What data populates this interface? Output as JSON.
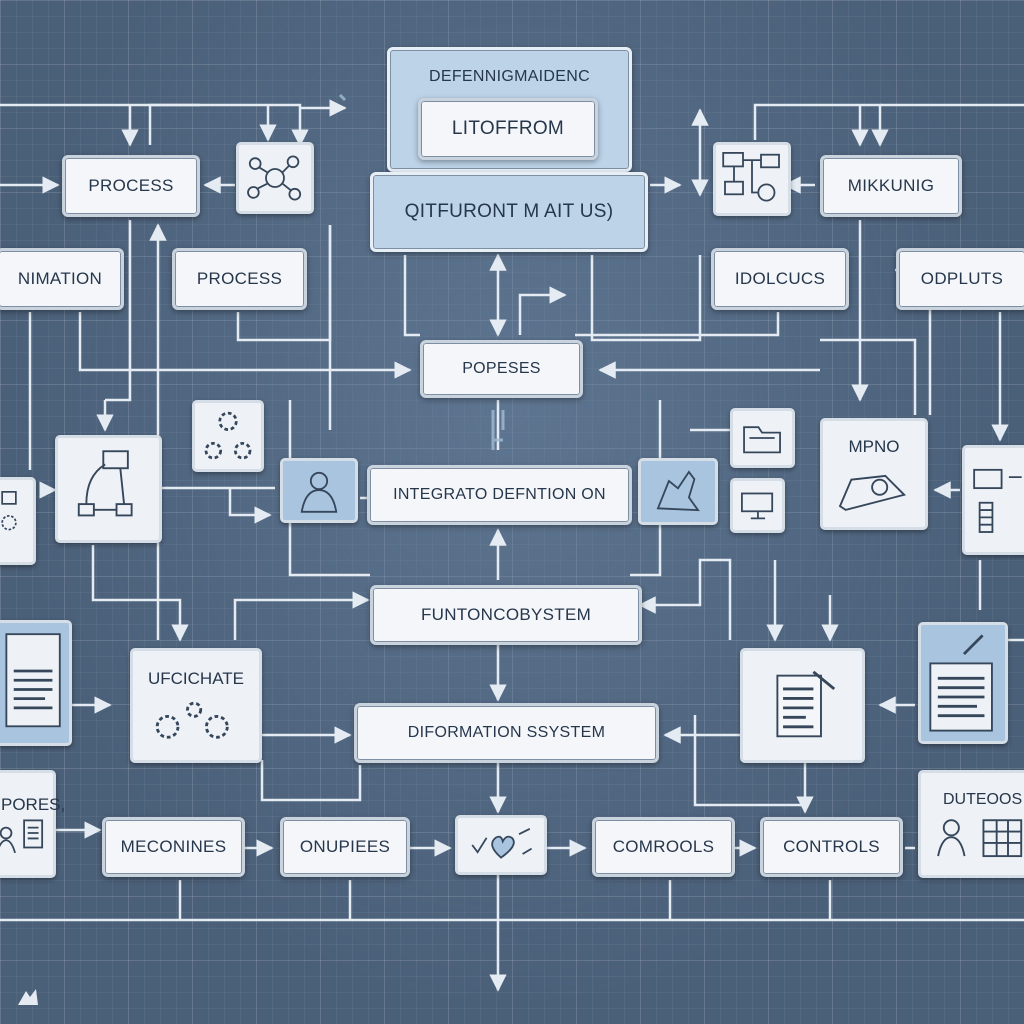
{
  "boxes": {
    "top_title": "DEFENNIGMAIDENC",
    "top_inner": "LITOFFROM",
    "top_sub": "QITFURONT M AIT US)",
    "process_1": "PROCESS",
    "process_2": "PROCESS",
    "nimation": "NIMATION",
    "popeses": "POPESES",
    "integrato": "INTEGRATO DEFNTION ON",
    "funtonco": "FUNTONCOBYSTEM",
    "diformation": "DIFORMATION SSYSTEM",
    "mikkunig": "MIKKUNIG",
    "idolcucs": "IDOLCUCS",
    "odplutls": "ODPLUTS",
    "mpno": "MPNO",
    "ufcichate": "UFCICHATE",
    "pores": "PORES,",
    "meconines": "MECONINES",
    "onupiees": "ONUPIEES",
    "comrools": "COMROOLS",
    "controls": "CONTROLS",
    "duteoos": "DUTEOOS"
  },
  "colors": {
    "background": "#4a5f78",
    "box": "#f4f6f9",
    "box_blue": "#bcd3e8",
    "line": "#e4ebf2",
    "text": "#26374c"
  },
  "icons": [
    "network-nodes-icon",
    "devices-network-icon",
    "flowchart-icon",
    "gears-icon",
    "person-icon",
    "animal-icon",
    "folder-icon",
    "monitor-icon",
    "drawing-icon",
    "form-icon",
    "document-pencil-icon",
    "document-list-icon",
    "gears-pair-icon",
    "person-chart-icon",
    "check-heart-icon"
  ]
}
